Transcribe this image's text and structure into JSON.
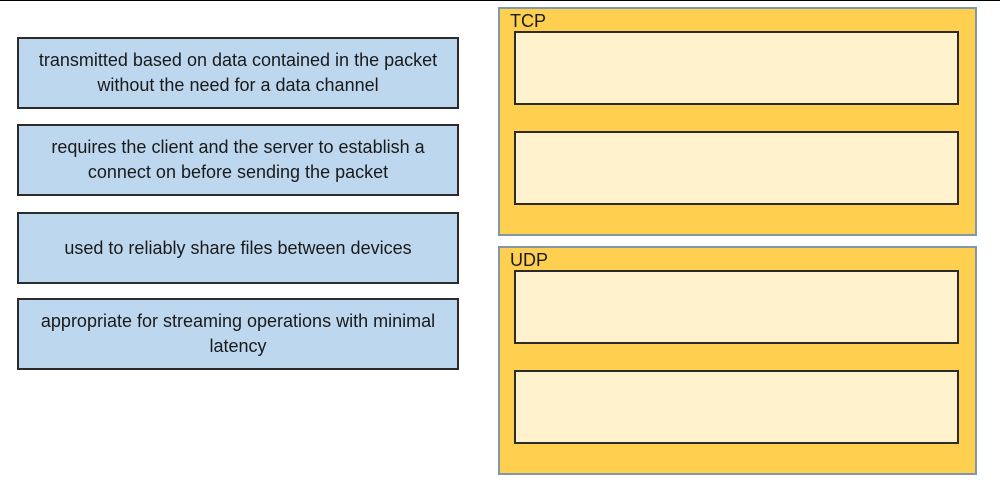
{
  "options": [
    {
      "text": "transmitted based on data contained in the packet without the need for a data channel"
    },
    {
      "text": "requires the client and the server to establish a connect on before sending the packet"
    },
    {
      "text": "used to reliably share files between devices"
    },
    {
      "text": "appropriate for streaming operations with minimal latency"
    }
  ],
  "categories": {
    "tcp": {
      "label": "TCP"
    },
    "udp": {
      "label": "UDP"
    }
  },
  "colors": {
    "option_fill": "#bdd7ee",
    "category_fill": "#ffd04f",
    "drop_zone_fill": "#fff2cc",
    "category_border": "#7f99a8"
  }
}
